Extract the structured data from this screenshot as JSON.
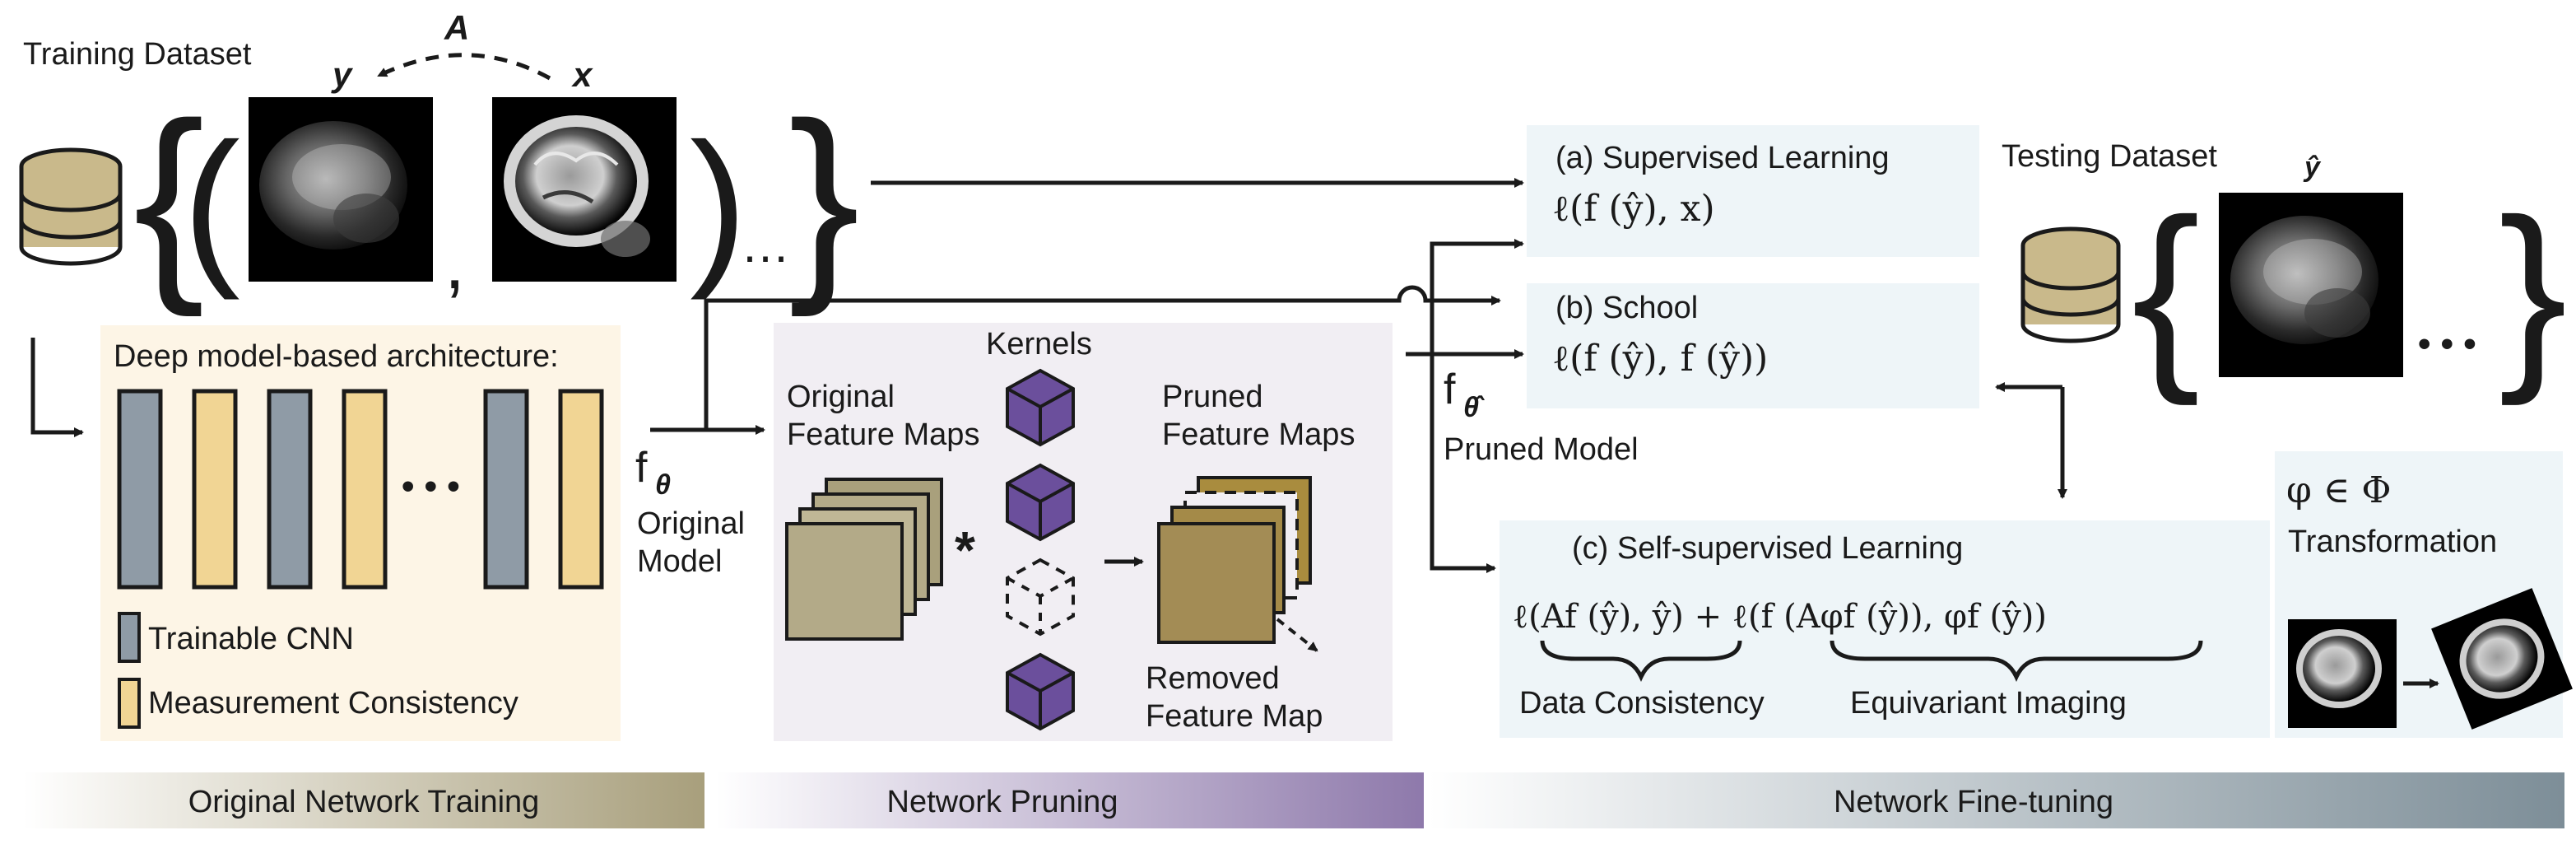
{
  "training": {
    "title": "Training Dataset",
    "y_label": "y",
    "x_label": "x",
    "operator_label": "A",
    "comma": ",",
    "ellipsis": "…"
  },
  "architecture": {
    "title": "Deep model-based architecture:",
    "ellipsis": "• • •",
    "legend_cnn": "Trainable CNN",
    "legend_mc": "Measurement Consistency",
    "f_label": "f",
    "f_sub": "θ",
    "model_line1": "Original",
    "model_line2": "Model"
  },
  "pruning": {
    "kernels": "Kernels",
    "orig_line1": "Original",
    "orig_line2": "Feature Maps",
    "pruned_line1": "Pruned",
    "pruned_line2": "Feature Maps",
    "removed_line1": "Removed",
    "removed_line2": "Feature Map",
    "conv": "*",
    "f_label": "f",
    "f_sub": "θ̂",
    "pruned_model": "Pruned Model"
  },
  "finetune": {
    "a_title": "(a) Supervised Learning",
    "a_formula": "ℓ(f  (ŷ), x)",
    "b_title": "(b) School",
    "b_formula": "ℓ(f  (ŷ), f  (ŷ))",
    "c_title": "(c) Self-supervised Learning",
    "c_formula": "ℓ(Af  (ŷ), ŷ) + ℓ(f  (Aφf  (ŷ)), φf  (ŷ))",
    "data_consistency": "Data Consistency",
    "equivariant": "Equivariant Imaging",
    "transform_formula": "φ ∈ Φ",
    "transform_label": "Transformation"
  },
  "testing": {
    "title": "Testing Dataset",
    "yhat": "ŷ",
    "ellipsis": "• • •"
  },
  "stages": {
    "s1": "Original Network Training",
    "s2": "Network Pruning",
    "s3": "Network Fine-tuning"
  },
  "colors": {
    "cnn": "#8f9ba6",
    "mc": "#f1d594",
    "kernel": "#6b4f9c",
    "feature": "#a9a07c",
    "db": "#c9b98b",
    "arch_bg": "#fdf5e6",
    "prune_bg": "#f1eef3",
    "ft_bg": "#eef5f8"
  }
}
